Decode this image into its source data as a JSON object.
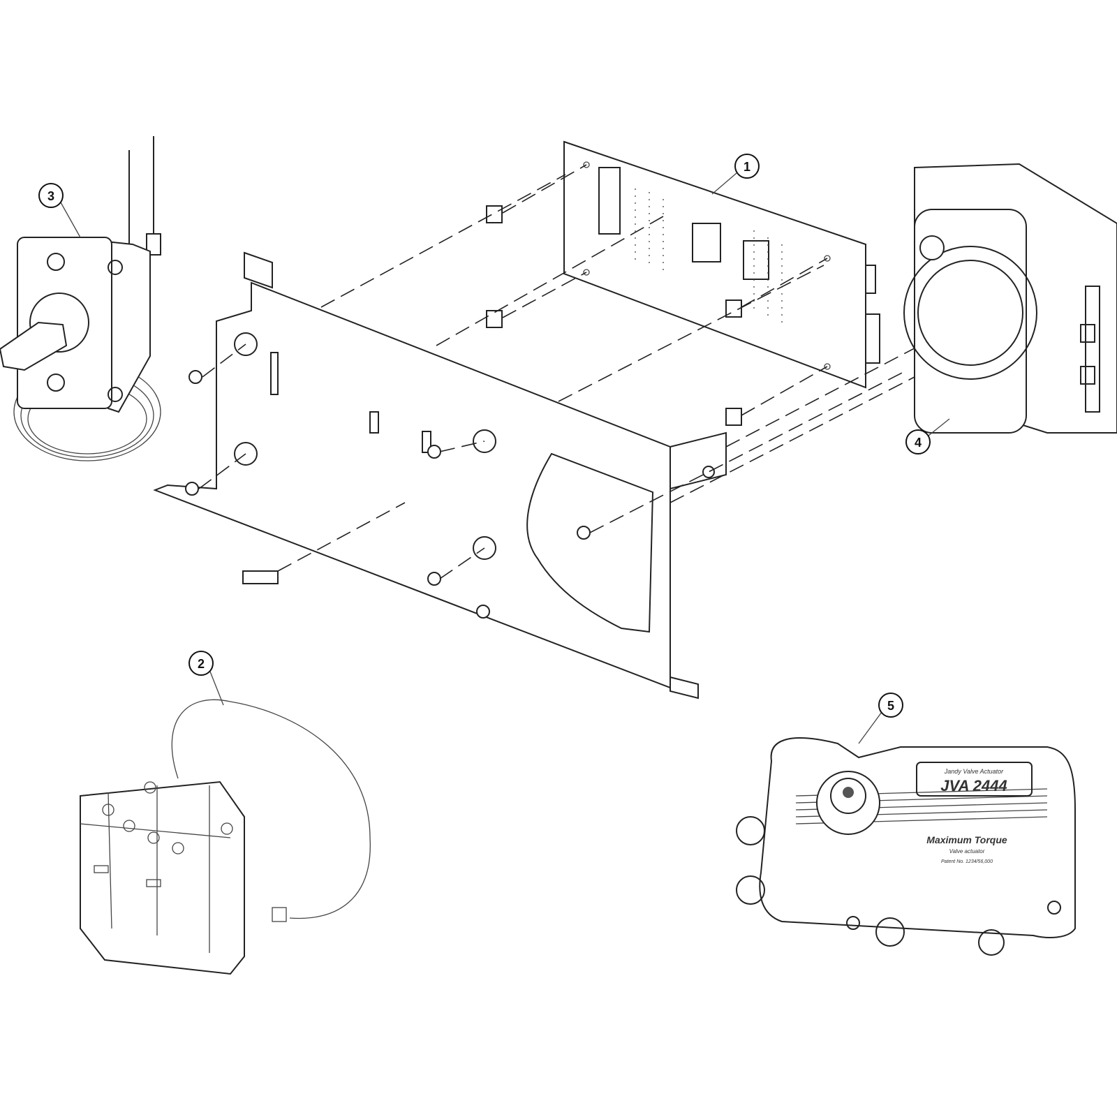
{
  "callouts": [
    {
      "number": "1",
      "part": "circuit-board"
    },
    {
      "number": "2",
      "part": "relay"
    },
    {
      "number": "3",
      "part": "thermostat"
    },
    {
      "number": "4",
      "part": "actuator-motor"
    },
    {
      "number": "5",
      "part": "valve-actuator"
    }
  ],
  "actuator_label": {
    "brand_line": "Jandy Valve Actuator",
    "model": "JVA 2444",
    "tagline": "Maximum Torque",
    "subline": "Valve actuator",
    "patent": "Patent No. 1234/56,000"
  }
}
